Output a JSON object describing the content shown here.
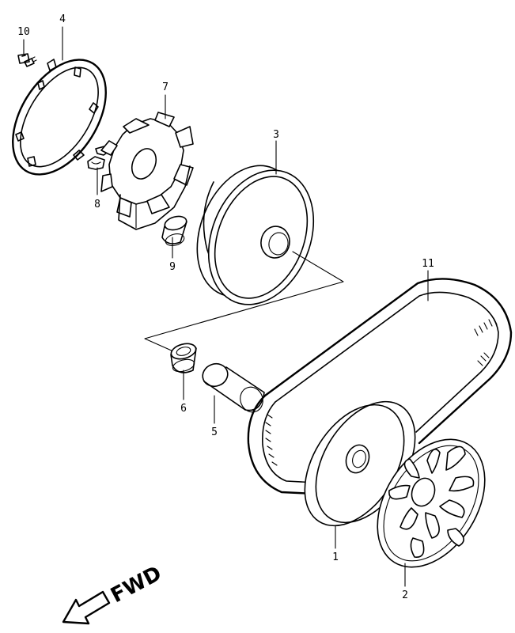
{
  "parts": {
    "p1": "1",
    "p2": "2",
    "p3": "3",
    "p4": "4",
    "p5": "5",
    "p6": "6",
    "p7": "7",
    "p8": "8",
    "p9": "9",
    "p10": "10",
    "p11": "11"
  },
  "direction": {
    "text": "FWD"
  }
}
